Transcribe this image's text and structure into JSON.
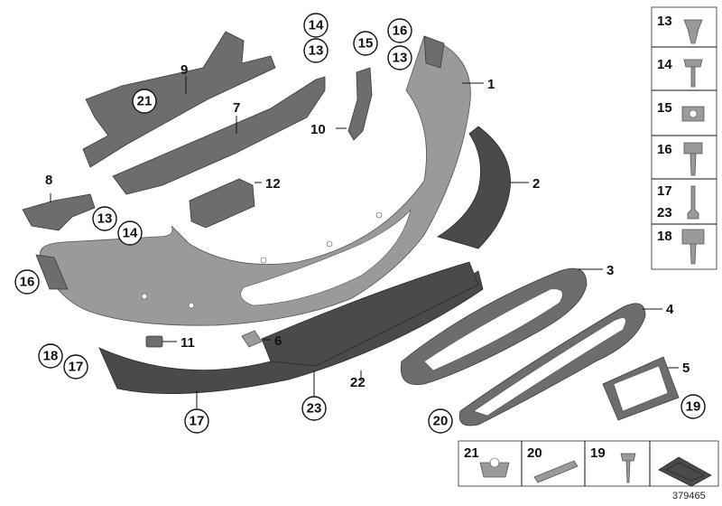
{
  "callouts": {
    "c1": "1",
    "c2": "2",
    "c3": "3",
    "c4": "4",
    "c5": "5",
    "c6": "6",
    "c7": "7",
    "c8": "8",
    "c9": "9",
    "c10": "10",
    "c11": "11",
    "c12": "12",
    "c13a": "13",
    "c13b": "13",
    "c13c": "13",
    "c14a": "14",
    "c14b": "14",
    "c15": "15",
    "c16a": "16",
    "c16b": "16",
    "c17a": "17",
    "c17b": "17",
    "c18": "18",
    "c19": "19",
    "c20": "20",
    "c21": "21",
    "c22": "22",
    "c23": "23"
  },
  "legend_right": [
    "13",
    "14",
    "15",
    "16",
    "17",
    "23",
    "18"
  ],
  "legend_bottom": [
    "21",
    "20",
    "19"
  ],
  "reference_number": "379465"
}
